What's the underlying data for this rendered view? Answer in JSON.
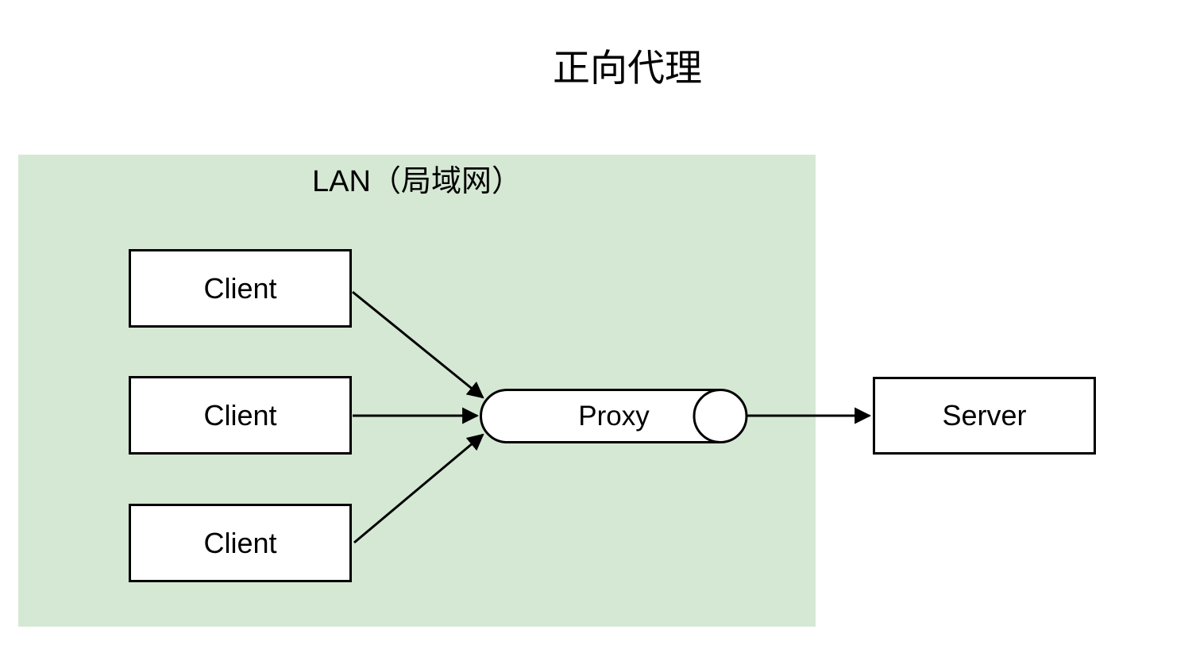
{
  "diagram": {
    "title": "正向代理",
    "lan": {
      "label": "LAN（局域网）"
    },
    "nodes": {
      "clients": [
        "Client",
        "Client",
        "Client"
      ],
      "proxy": "Proxy",
      "server": "Server"
    },
    "edges": [
      {
        "from": "client-1",
        "to": "proxy"
      },
      {
        "from": "client-2",
        "to": "proxy"
      },
      {
        "from": "client-3",
        "to": "proxy"
      },
      {
        "from": "proxy",
        "to": "server"
      }
    ],
    "colors": {
      "background": "#ffffff",
      "lan_fill": "#d5e8d4",
      "node_fill": "#ffffff",
      "stroke": "#000000"
    }
  }
}
